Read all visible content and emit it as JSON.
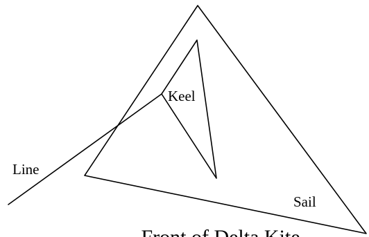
{
  "labels": {
    "keel": "Keel",
    "line": "Line",
    "sail": "Sail"
  },
  "caption": "Front of Delta Kite"
}
